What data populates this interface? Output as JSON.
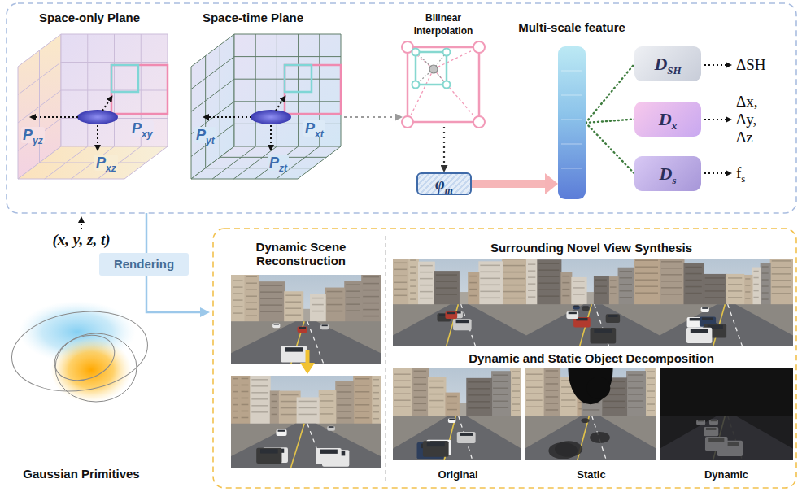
{
  "diagram": {
    "nodes": [
      {
        "text": [
          "Space-only Plane",
          "Pyz",
          "Pxy",
          "Pxz"
        ]
      },
      {
        "text": [
          "Space-time Plane",
          "Pyt",
          "Pxt",
          "Pzt"
        ]
      },
      {
        "text": [
          "Bilinear Interpolation"
        ]
      },
      {
        "text": [
          "φm"
        ]
      },
      {
        "text": [
          "Multi-scale feature"
        ]
      },
      {
        "text": [
          "DSH"
        ]
      },
      {
        "text": [
          "Dx"
        ]
      },
      {
        "text": [
          "Ds"
        ]
      },
      {
        "text": [
          "Rendering"
        ]
      }
    ],
    "edges": [
      {
        "from": 1,
        "to": 2,
        "arrow": "to"
      },
      {
        "from": 2,
        "to": 3,
        "arrow": "to"
      },
      {
        "from": 3,
        "to": 4,
        "arrow": "to"
      },
      {
        "from": 4,
        "to": 5,
        "arrow": "none"
      },
      {
        "from": 4,
        "to": 6,
        "arrow": "none"
      },
      {
        "from": 4,
        "to": 7,
        "arrow": "none"
      }
    ],
    "labels": [
      "ΔSH",
      "Δx, Δy, Δz",
      "fs",
      "(x, y, z, t)",
      "Gaussian Primitives",
      "Dynamic Scene Reconstruction",
      "Surrounding Novel View Synthesis",
      "Dynamic and Static Object Decomposition",
      "Original",
      "Static",
      "Dynamic"
    ]
  }
}
